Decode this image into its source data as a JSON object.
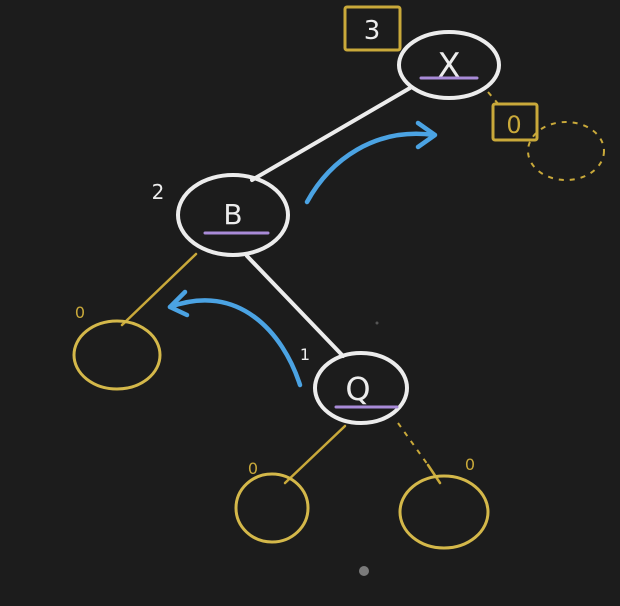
{
  "nodes": {
    "x": {
      "letter": "X",
      "height": "3"
    },
    "b": {
      "letter": "B",
      "height": "2"
    },
    "q": {
      "letter": "Q",
      "height": "1"
    },
    "x_right_null": {
      "height": "0"
    },
    "b_left_null": {
      "height": "0"
    },
    "q_left_null": {
      "height": "0"
    },
    "q_right_null": {
      "height": "0"
    }
  },
  "colors": {
    "background": "#1c1c1c",
    "tree_edges": "#ececec",
    "null_children": "#d4b84a",
    "rotation_arrows": "#4ba3e3",
    "underline": "#a98bd8"
  }
}
